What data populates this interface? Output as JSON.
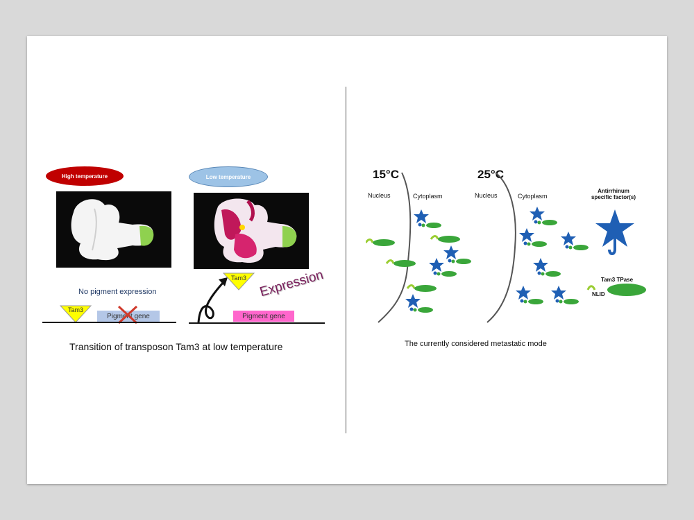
{
  "left_panel": {
    "high_temp_label": "High temperature",
    "low_temp_label": "Low temperature",
    "no_expression_label": "No pigment expression",
    "tam3_label_left": "Tam3",
    "tam3_label_right": "Tam3",
    "pigment_gene_left": "Pigment gene",
    "pigment_gene_right": "Pigment gene",
    "expression_label": "Expression",
    "caption": "Transition of transposon Tam3 at low temperature",
    "colors": {
      "high": "#c00000",
      "low": "#9dc3e6",
      "tam3": "#ffff00",
      "gene_left": "#b4c7e7",
      "gene_right": "#ff66cc",
      "expression": "#7a1f5c"
    }
  },
  "right_panel": {
    "temp_15": "15°C",
    "temp_25": "25°C",
    "nucleus_1": "Nucleus",
    "cytoplasm_1": "Cytoplasm",
    "nucleus_2": "Nucleus",
    "cytoplasm_2": "Cytoplasm",
    "factor_label": "Antirrhinum specific factor(s)",
    "tpase_label": "Tam3 TPase",
    "nlid_label": "NLID",
    "caption": "The currently considered metastatic mode",
    "colors": {
      "star": "#1f5fb4",
      "tpase": "#3aa63a",
      "nlid": "#9acd32"
    }
  }
}
